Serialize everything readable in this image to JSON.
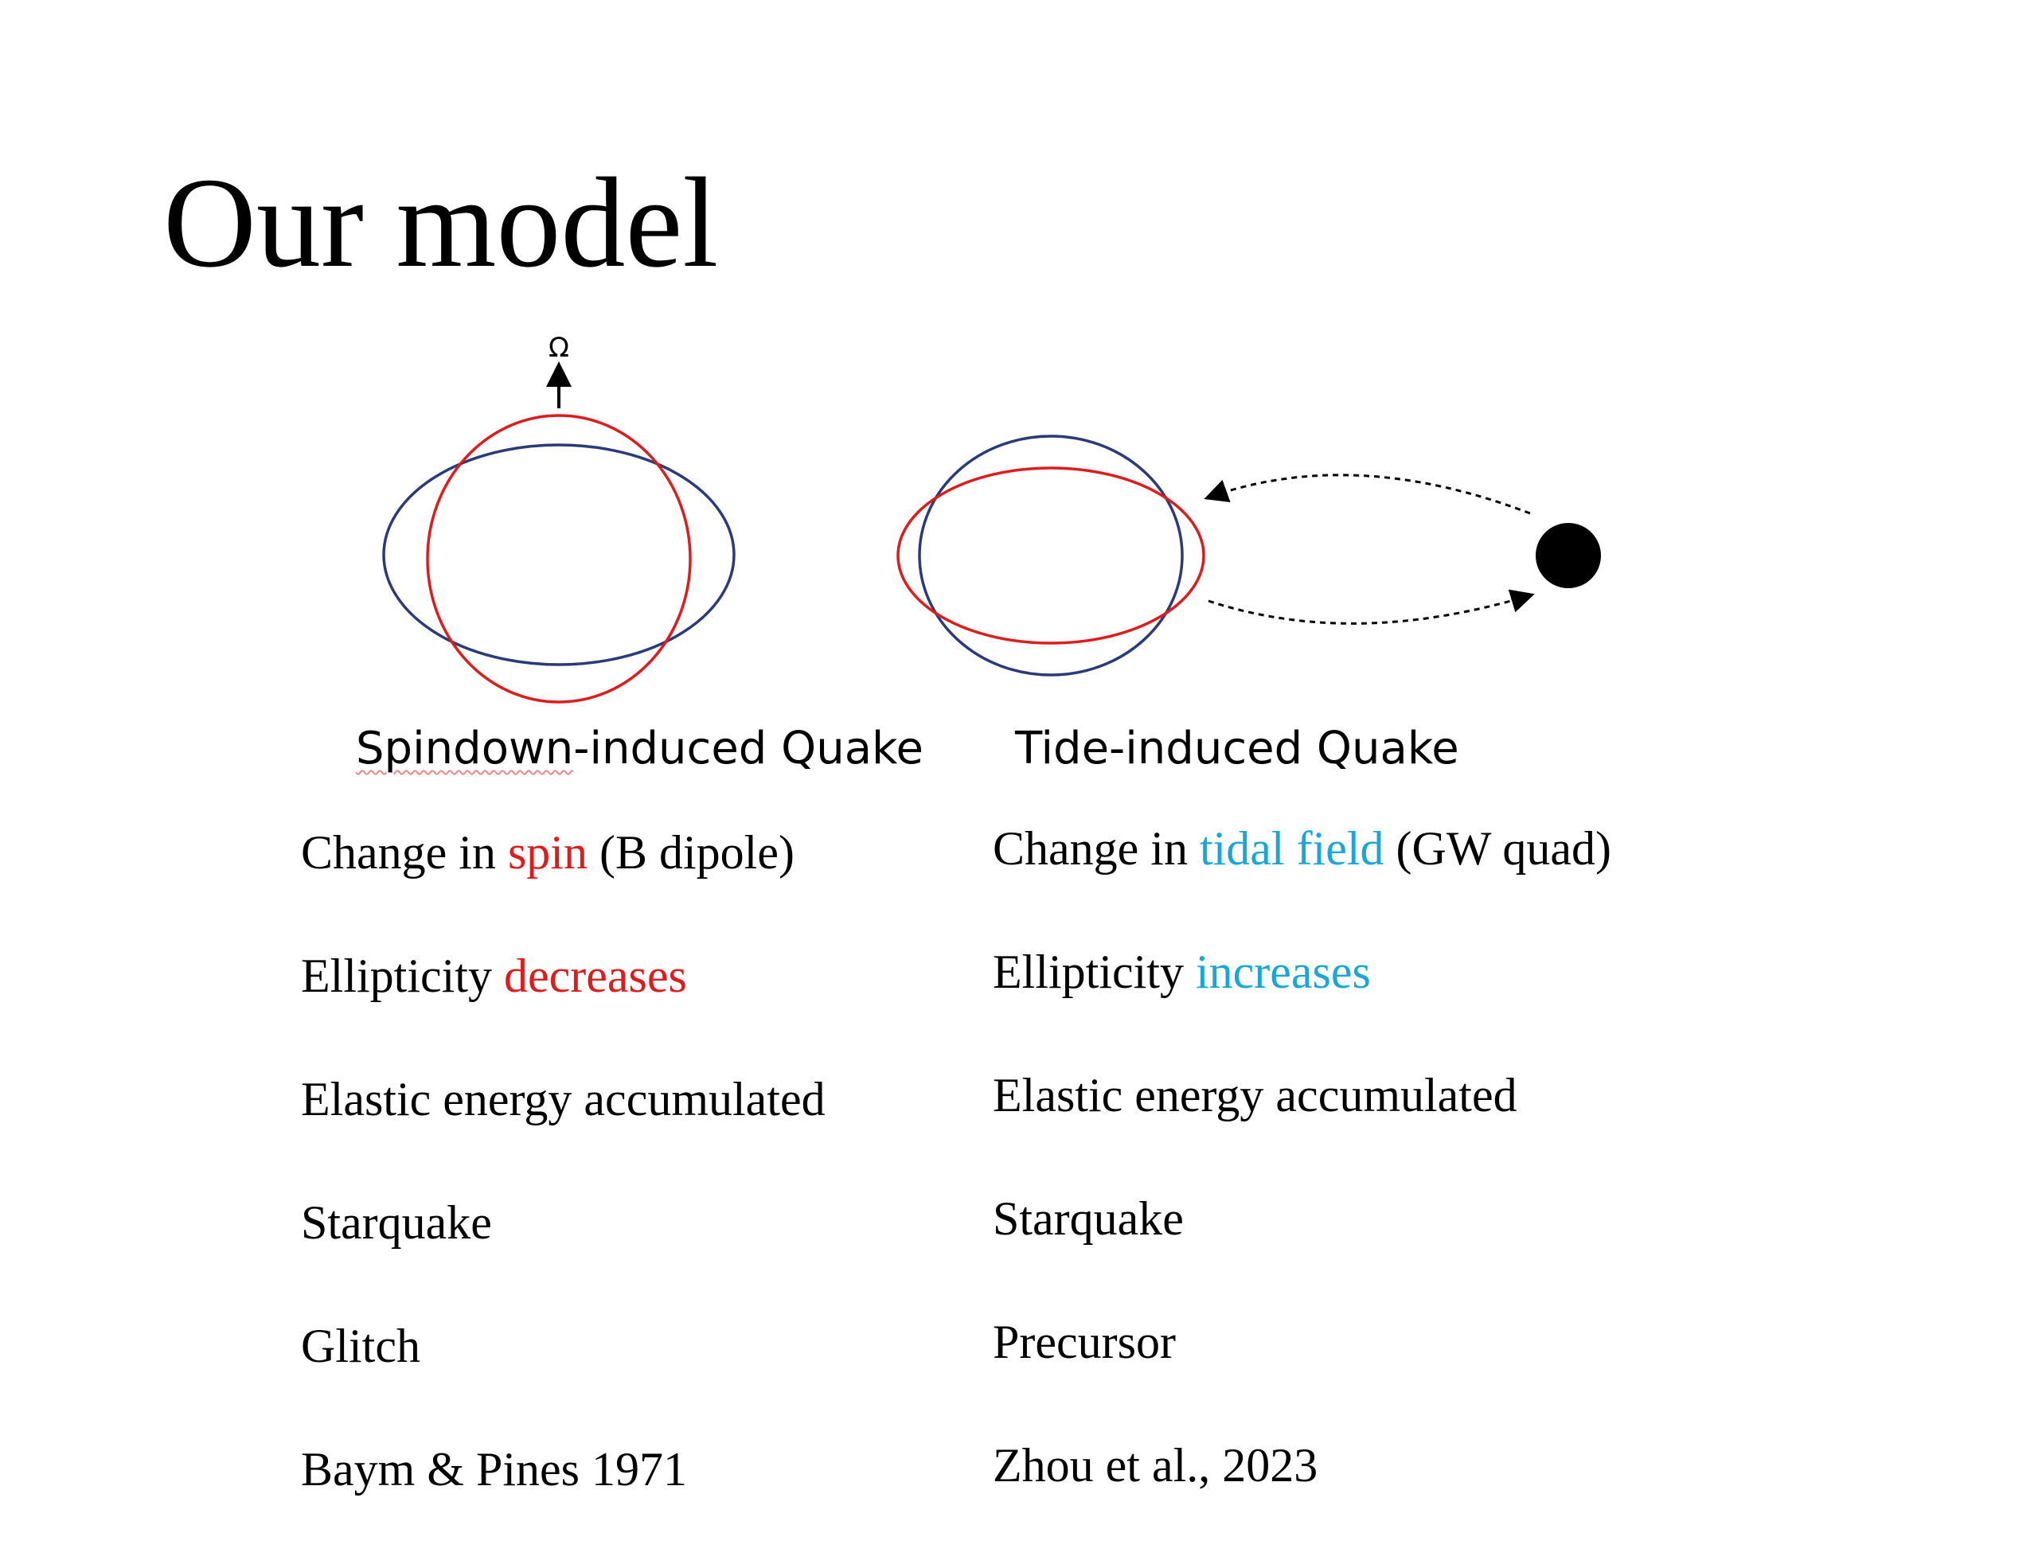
{
  "title": "Our model",
  "diagram": {
    "omega_symbol": "Ω",
    "left_caption_part1": "Spindown",
    "left_caption_part2": "-induced Quake",
    "right_caption": "Tide-induced Quake",
    "colors": {
      "red": "#e01b1b",
      "navy": "#2b3a78",
      "blue": "#19a7d8"
    }
  },
  "left": {
    "row1_a": "Change in ",
    "row1_b": "spin",
    "row1_c": " (B dipole)",
    "row2_a": "Ellipticity ",
    "row2_b": "decreases",
    "row3": "Elastic energy accumulated",
    "row4": "Starquake",
    "row5": "Glitch",
    "row6": "Baym & Pines 1971"
  },
  "right": {
    "row1_a": "Change in ",
    "row1_b": "tidal field",
    "row1_c": " (GW quad)",
    "row2_a": "Ellipticity ",
    "row2_b": "increases",
    "row3": "Elastic energy accumulated",
    "row4": "Starquake",
    "row5": "Precursor",
    "row6": "Zhou et al., 2023"
  }
}
